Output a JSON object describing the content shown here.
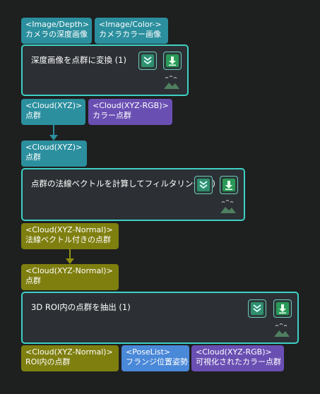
{
  "colors": {
    "teal_port": "#2b8f9e",
    "purple_port": "#6a4fb3",
    "olive_port": "#7f7f10",
    "blue_port": "#4a88d8",
    "step_border": "#3ed0c4",
    "step_bg": "#2c3034",
    "canvas_bg": "#1e1f1f"
  },
  "step1": {
    "inputs": [
      {
        "type": "<Image/Depth>",
        "name": "カメラの深度画像"
      },
      {
        "type": "<Image/Color->",
        "name": "カメラカラー画像"
      }
    ],
    "title": "深度画像を点群に変換 (1)",
    "outputs": [
      {
        "type": "<Cloud(XYZ)>",
        "name": "点群"
      },
      {
        "type": "<Cloud(XYZ-RGB)>",
        "name": "カラー点群"
      }
    ]
  },
  "step2": {
    "inputs": [
      {
        "type": "<Cloud(XYZ)>",
        "name": "点群"
      }
    ],
    "title": "点群の法線ベクトルを計算してフィルタリング (1)",
    "outputs": [
      {
        "type": "<Cloud(XYZ-Normal)>",
        "name": "法線ベクトル付きの点群"
      }
    ]
  },
  "step3": {
    "inputs": [
      {
        "type": "<Cloud(XYZ-Normal)>",
        "name": "点群"
      }
    ],
    "title": "3D ROI内の点群を抽出 (1)",
    "outputs": [
      {
        "type": "<Cloud(XYZ-Normal)>",
        "name": "ROI内の点群"
      },
      {
        "type": "<PoseList>",
        "name": "フランジ位置姿勢"
      },
      {
        "type": "<Cloud(XYZ-RGB)>",
        "name": "可視化されたカラー点群"
      }
    ]
  },
  "icons": {
    "collapse": "chevron-double-down-icon",
    "download": "download-arrow-icon",
    "image": "image-icon"
  }
}
